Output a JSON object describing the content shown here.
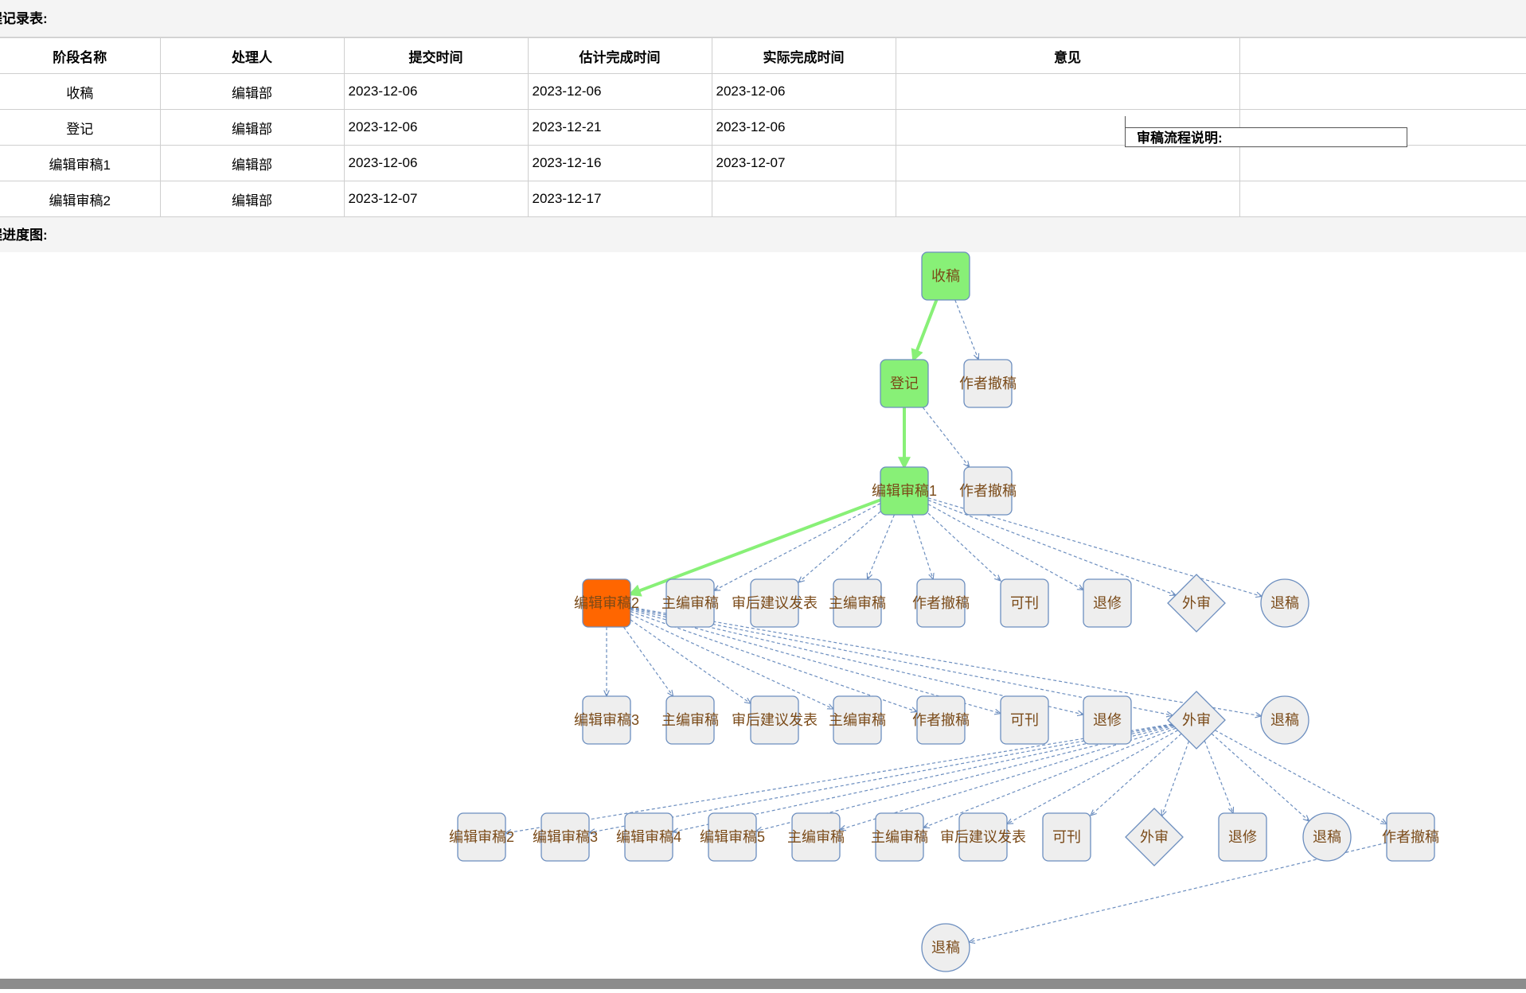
{
  "records_section": {
    "title": "程记录表:"
  },
  "records_table": {
    "headers": [
      "阶段名称",
      "处理人",
      "提交时间",
      "估计完成时间",
      "实际完成时间",
      "意见",
      ""
    ],
    "rows": [
      [
        "收稿",
        "编辑部",
        "2023-12-06",
        "2023-12-06",
        "2023-12-06",
        "",
        ""
      ],
      [
        "登记",
        "编辑部",
        "2023-12-06",
        "2023-12-21",
        "2023-12-06",
        "",
        ""
      ],
      [
        "编辑审稿1",
        "编辑部",
        "2023-12-06",
        "2023-12-16",
        "2023-12-07",
        "",
        ""
      ],
      [
        "编辑审稿2",
        "编辑部",
        "2023-12-07",
        "2023-12-17",
        "",
        "",
        ""
      ]
    ]
  },
  "note": {
    "title": "审稿流程说明:"
  },
  "progress_section": {
    "title": "程进度图:"
  },
  "colors": {
    "done": "#88f077",
    "current": "#ff6600",
    "pending": "#eeeeee",
    "node_border": "#6c8ebf",
    "edge_dashed": "#6c8ebf",
    "edge_active": "#88f077",
    "label": "#7a4a18"
  },
  "flow": {
    "nodes": [
      {
        "id": "n1",
        "label": "收稿",
        "shape": "rect",
        "state": "done"
      },
      {
        "id": "n2",
        "label": "登记",
        "shape": "rect",
        "state": "done"
      },
      {
        "id": "n3",
        "label": "作者撤稿",
        "shape": "rect",
        "state": "pending"
      },
      {
        "id": "n4",
        "label": "编辑审稿1",
        "shape": "rect",
        "state": "done"
      },
      {
        "id": "n5",
        "label": "作者撤稿",
        "shape": "rect",
        "state": "pending"
      },
      {
        "id": "n6",
        "label": "编辑审稿2",
        "shape": "rect",
        "state": "current"
      },
      {
        "id": "n7",
        "label": "主编审稿",
        "shape": "rect",
        "state": "pending"
      },
      {
        "id": "n8",
        "label": "审后建议发表",
        "shape": "rect",
        "state": "pending"
      },
      {
        "id": "n9",
        "label": "主编审稿",
        "shape": "rect",
        "state": "pending"
      },
      {
        "id": "n10",
        "label": "作者撤稿",
        "shape": "rect",
        "state": "pending"
      },
      {
        "id": "n11",
        "label": "可刊",
        "shape": "rect",
        "state": "pending"
      },
      {
        "id": "n12",
        "label": "退修",
        "shape": "rect",
        "state": "pending"
      },
      {
        "id": "n13",
        "label": "外审",
        "shape": "diamond",
        "state": "pending"
      },
      {
        "id": "n14",
        "label": "退稿",
        "shape": "circle",
        "state": "pending"
      },
      {
        "id": "n15",
        "label": "编辑审稿3",
        "shape": "rect",
        "state": "pending"
      },
      {
        "id": "n16",
        "label": "主编审稿",
        "shape": "rect",
        "state": "pending"
      },
      {
        "id": "n17",
        "label": "审后建议发表",
        "shape": "rect",
        "state": "pending"
      },
      {
        "id": "n18",
        "label": "主编审稿",
        "shape": "rect",
        "state": "pending"
      },
      {
        "id": "n19",
        "label": "作者撤稿",
        "shape": "rect",
        "state": "pending"
      },
      {
        "id": "n20",
        "label": "可刊",
        "shape": "rect",
        "state": "pending"
      },
      {
        "id": "n21",
        "label": "退修",
        "shape": "rect",
        "state": "pending"
      },
      {
        "id": "n22",
        "label": "外审",
        "shape": "diamond",
        "state": "pending"
      },
      {
        "id": "n23",
        "label": "退稿",
        "shape": "circle",
        "state": "pending"
      },
      {
        "id": "n24",
        "label": "编辑审稿2",
        "shape": "rect",
        "state": "pending"
      },
      {
        "id": "n25",
        "label": "编辑审稿3",
        "shape": "rect",
        "state": "pending"
      },
      {
        "id": "n26",
        "label": "编辑审稿4",
        "shape": "rect",
        "state": "pending"
      },
      {
        "id": "n27",
        "label": "编辑审稿5",
        "shape": "rect",
        "state": "pending"
      },
      {
        "id": "n28",
        "label": "主编审稿",
        "shape": "rect",
        "state": "pending"
      },
      {
        "id": "n29",
        "label": "主编审稿",
        "shape": "rect",
        "state": "pending"
      },
      {
        "id": "n30",
        "label": "审后建议发表",
        "shape": "rect",
        "state": "pending"
      },
      {
        "id": "n31",
        "label": "可刊",
        "shape": "rect",
        "state": "pending"
      },
      {
        "id": "n32",
        "label": "外审",
        "shape": "diamond",
        "state": "pending"
      },
      {
        "id": "n33",
        "label": "退修",
        "shape": "rect",
        "state": "pending"
      },
      {
        "id": "n34",
        "label": "退稿",
        "shape": "circle",
        "state": "pending"
      },
      {
        "id": "n35",
        "label": "作者撤稿",
        "shape": "rect",
        "state": "pending"
      },
      {
        "id": "n36",
        "label": "退稿",
        "shape": "circle",
        "state": "pending"
      }
    ],
    "edges": [
      {
        "from": "n1",
        "to": "n2",
        "active": true
      },
      {
        "from": "n1",
        "to": "n3",
        "active": false
      },
      {
        "from": "n2",
        "to": "n4",
        "active": true
      },
      {
        "from": "n2",
        "to": "n5",
        "active": false
      },
      {
        "from": "n4",
        "to": "n6",
        "active": true
      },
      {
        "from": "n4",
        "to": "n7",
        "active": false
      },
      {
        "from": "n4",
        "to": "n8",
        "active": false
      },
      {
        "from": "n4",
        "to": "n9",
        "active": false
      },
      {
        "from": "n4",
        "to": "n10",
        "active": false
      },
      {
        "from": "n4",
        "to": "n11",
        "active": false
      },
      {
        "from": "n4",
        "to": "n12",
        "active": false
      },
      {
        "from": "n4",
        "to": "n13",
        "active": false
      },
      {
        "from": "n4",
        "to": "n14",
        "active": false
      },
      {
        "from": "n6",
        "to": "n15",
        "active": false
      },
      {
        "from": "n6",
        "to": "n16",
        "active": false
      },
      {
        "from": "n6",
        "to": "n17",
        "active": false
      },
      {
        "from": "n6",
        "to": "n18",
        "active": false
      },
      {
        "from": "n6",
        "to": "n19",
        "active": false
      },
      {
        "from": "n6",
        "to": "n20",
        "active": false
      },
      {
        "from": "n6",
        "to": "n21",
        "active": false
      },
      {
        "from": "n6",
        "to": "n22",
        "active": false
      },
      {
        "from": "n6",
        "to": "n23",
        "active": false
      },
      {
        "from": "n22",
        "to": "n24",
        "active": false
      },
      {
        "from": "n22",
        "to": "n25",
        "active": false
      },
      {
        "from": "n22",
        "to": "n26",
        "active": false
      },
      {
        "from": "n22",
        "to": "n27",
        "active": false
      },
      {
        "from": "n22",
        "to": "n28",
        "active": false
      },
      {
        "from": "n22",
        "to": "n29",
        "active": false
      },
      {
        "from": "n22",
        "to": "n30",
        "active": false
      },
      {
        "from": "n22",
        "to": "n31",
        "active": false
      },
      {
        "from": "n22",
        "to": "n32",
        "active": false
      },
      {
        "from": "n22",
        "to": "n33",
        "active": false
      },
      {
        "from": "n22",
        "to": "n34",
        "active": false
      },
      {
        "from": "n22",
        "to": "n35",
        "active": false
      },
      {
        "from": "n35",
        "to": "n36",
        "active": false
      }
    ]
  }
}
